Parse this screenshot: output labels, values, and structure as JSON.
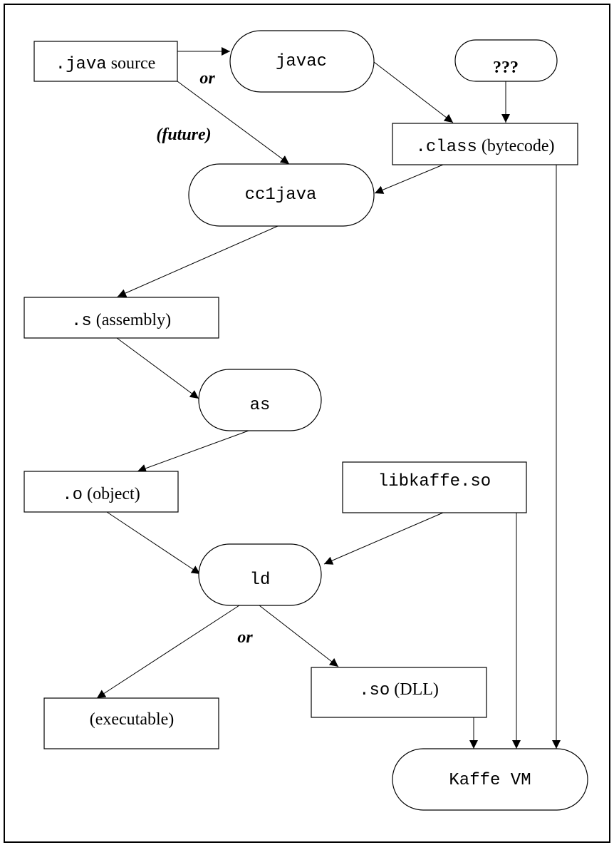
{
  "nodes": {
    "java_source": {
      "code": ".java",
      "text": " source"
    },
    "javac": {
      "code": "javac"
    },
    "unknown": {
      "text": "???"
    },
    "class_file": {
      "code": ".class",
      "text": " (bytecode)"
    },
    "cc1java": {
      "code": "cc1java"
    },
    "assembly": {
      "code": ".s",
      "text": " (assembly)"
    },
    "as": {
      "code": "as"
    },
    "object": {
      "code": ".o",
      "text": " (object)"
    },
    "libkaffe": {
      "code": "libkaffe.so"
    },
    "ld": {
      "code": "ld"
    },
    "executable": {
      "text": "(executable)"
    },
    "so_dll": {
      "code": ".so",
      "text": " (DLL)"
    },
    "kaffe_vm": {
      "code": "Kaffe VM"
    }
  },
  "annotations": {
    "or_top": "or",
    "future": "(future)",
    "or_bottom": "or"
  }
}
